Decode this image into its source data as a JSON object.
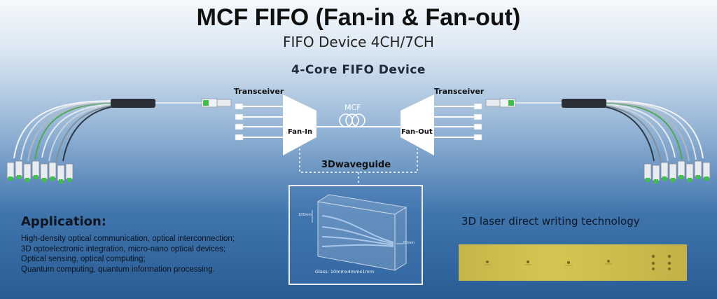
{
  "header": {
    "title": "MCF FIFO (Fan-in & Fan-out)",
    "subtitle": "FIFO Device 4CH/7CH",
    "device_title": "4-Core FIFO Device"
  },
  "diagram": {
    "transceiver_left": "Transceiver",
    "transceiver_right": "Transceiver",
    "fan_in": "Fan-In",
    "fan_out": "Fan-Out",
    "mcf": "MCF",
    "waveguide": "3Dwaveguide"
  },
  "inset": {
    "glass_label": "Glass: 10mmx4mmx1mm",
    "dim_left": "100mm",
    "dim_right": "80mm"
  },
  "application": {
    "title": "Application:",
    "items": [
      "High-density optical communication, optical interconnection;",
      "3D optoelectronic integration, micro-nano optical devices;",
      "Optical sensing, optical computing;",
      "Quantum computing, quantum information processing."
    ]
  },
  "laser": {
    "title": "3D laser direct writing technology"
  },
  "colors": {
    "background_top": "#f6f9fc",
    "background_bottom": "#2a5c94",
    "connector_green": "#3fbf4a",
    "laser_plate": "#d6c552"
  }
}
